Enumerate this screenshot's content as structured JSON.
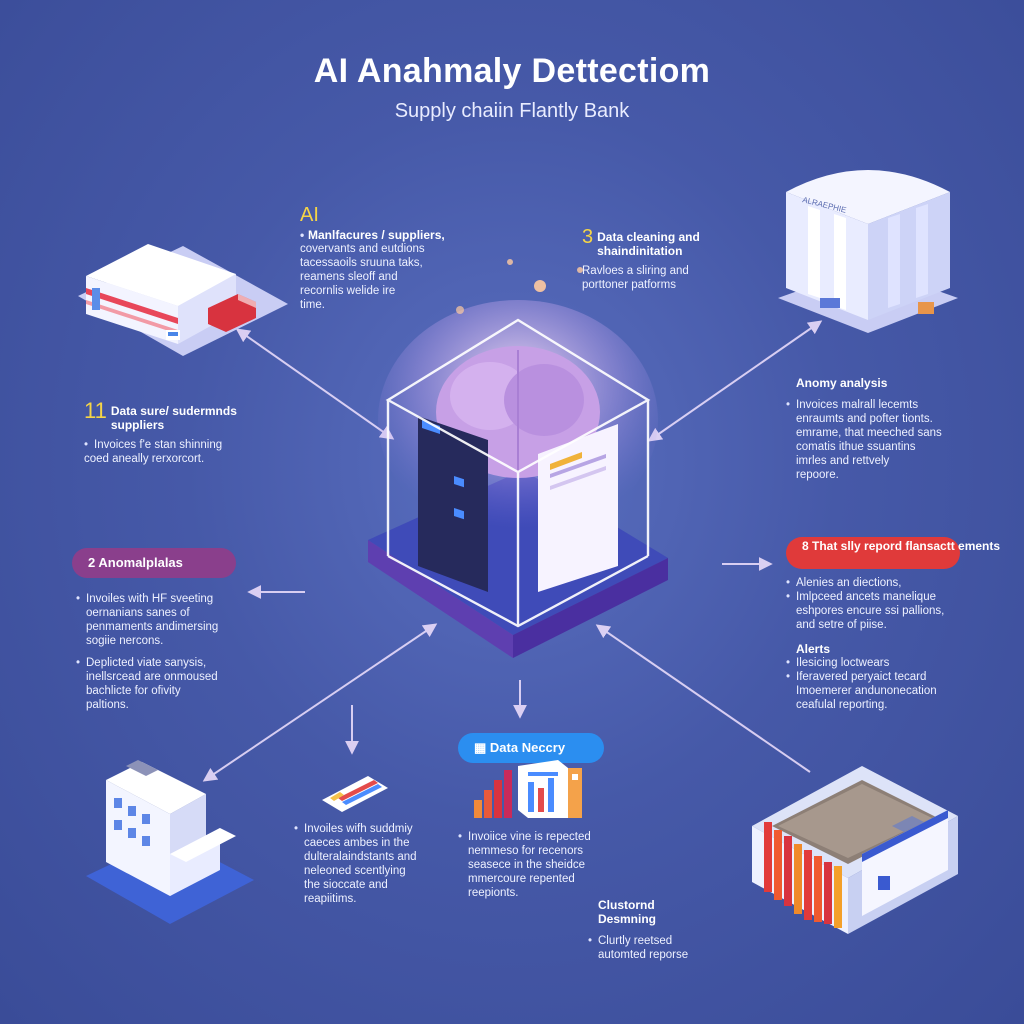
{
  "header": {
    "title": "AI Anahmaly Dettectiom",
    "subtitle": "Supply chaiin Flantly Bank"
  },
  "top_left": {
    "label": "AI",
    "title": "Manlfacures / suppliers,",
    "lines": [
      "covervants and eutdions",
      "tacessaoils sruuna taks,",
      "reamens sleoff and",
      "recornlis welide ire",
      "time."
    ]
  },
  "top_right": {
    "number": "3",
    "title": "Data cleaning and shaindinitation",
    "lines": [
      "Ravloes a sliring and",
      "porttoner patforms"
    ]
  },
  "left_1": {
    "number": "11",
    "title": "Data sure/ sudermnds suppliers",
    "bullets": [
      "Invoices f'e stan shinning",
      "coed aneally rerxorcort."
    ]
  },
  "anomalies": {
    "pill_label": "2 Anomalplalas",
    "bullet1": [
      "Invoiles with HF sveeting",
      "oernanians sanes of",
      "penmaments andimersing",
      "sogiie nercons."
    ],
    "bullet2": [
      "Deplicted viate sanysis,",
      "inellsrcead are onmoused",
      "bachlicte for ofivity",
      "paltions."
    ]
  },
  "right_analysis": {
    "title": "Anomy analysis",
    "lines": [
      "Invoices malrall lecemts",
      "enraumts and pofter tionts.",
      "emrame, that meeched sans",
      "comatis ithue ssuantins",
      "imrles and rettvely",
      "repoore."
    ]
  },
  "alerts": {
    "pill_label": "8 That slly repord flansactt ements",
    "bullet1": [
      "Alenies an diections,",
      "Imlpceed ancets manelique",
      "eshpores encure ssi pallions,",
      "and setre of piise."
    ],
    "alerts_head": "Alerts",
    "alerts_lines": [
      "Ilesicing loctwears",
      "Iferavered peryaict tecard",
      "Imoemerer andunonecation",
      "ceafulal reporting."
    ]
  },
  "bottom_left": {
    "lines": [
      "Invoiles wifh suddmiy",
      "caeces ambes in the",
      "dulteralaindstants and",
      "neleoned scentlying",
      "the sioccate and",
      "reapiitims."
    ]
  },
  "discovery": {
    "pill_label": "Data Neccry",
    "lines": [
      "Invoiice vine is repected",
      "nemmeso for recenors",
      "seasece in the sheidce",
      "mmercoure repented",
      "reepionts."
    ]
  },
  "clustering": {
    "title": "Clustornd Desmning",
    "lines": [
      "Clurtly reetsed",
      "automted reporse"
    ]
  },
  "buildings": {
    "bank_sign": "ALRAEPHIE"
  },
  "colors": {
    "background": "#4659a8",
    "accent_yellow": "#f5d547",
    "pill_purple": "#8a3f8c",
    "pill_red": "#e03a3a",
    "pill_blue": "#2b8ef0"
  }
}
